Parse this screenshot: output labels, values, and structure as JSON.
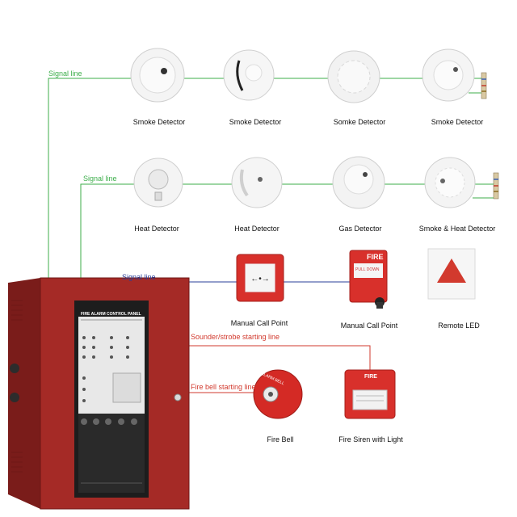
{
  "signal_lines": [
    "Signal line",
    "Signal line",
    "Signal line"
  ],
  "sounder_line": "Sounder/strobe starting line",
  "bell_line": "Fire bell starting line",
  "row1": [
    "Smoke Detector",
    "Smoke Detector",
    "Somke Detector",
    "Smoke Detector"
  ],
  "row2": [
    "Heat Detector",
    "Heat Detector",
    "Gas Detector",
    "Smoke & Heat Detector"
  ],
  "row3": [
    "Manual Call Point",
    "Manual Call Point",
    "Remote LED"
  ],
  "row4": [
    "Fire Bell",
    "Fire Siren with Light"
  ],
  "panel": {
    "title": "FIRE ALARM CONTROL PANEL",
    "fire_text": "FIRE",
    "bell_text": "ALARM BELL",
    "siren_text": "FIRE",
    "call_point_text": "PULL DOWN"
  },
  "colors": {
    "green_line": "#3cae4a",
    "blue_line": "#2a3f9a",
    "red_line": "#d23a2e",
    "panel_red": "#a52a26"
  }
}
